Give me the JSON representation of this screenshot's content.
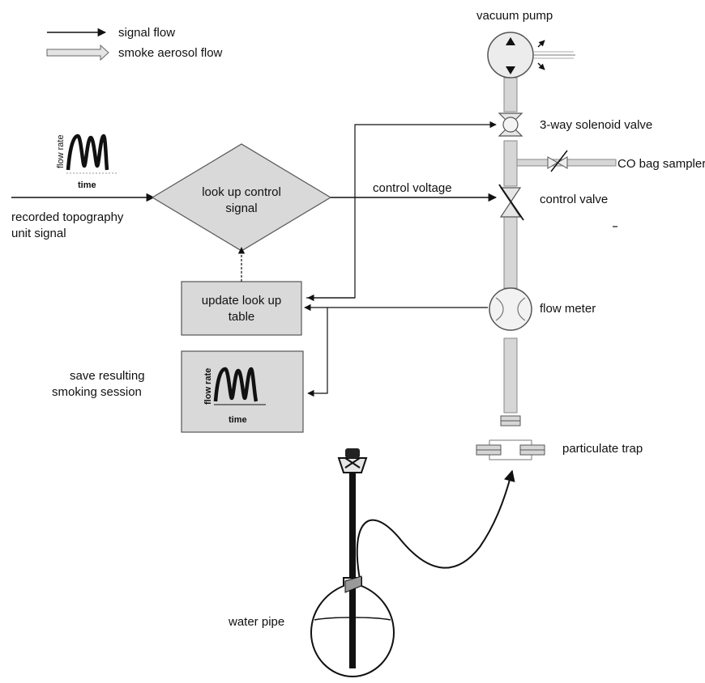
{
  "legend": {
    "signal_flow": "signal flow",
    "smoke_aerosol_flow": "smoke aerosol flow"
  },
  "input_plot": {
    "ylabel": "flow rate",
    "xlabel": "time"
  },
  "input_label": {
    "line1": "recorded topography",
    "line2": "unit signal"
  },
  "decision": {
    "line1": "look up control",
    "line2": "signal"
  },
  "control_voltage": "control voltage",
  "update_box": {
    "line1": "update look up",
    "line2": "table"
  },
  "save_label": {
    "line1": "save resulting",
    "line2": "smoking session"
  },
  "output_plot": {
    "ylabel": "flow rate",
    "xlabel": "time"
  },
  "components": {
    "vacuum_pump": "vacuum pump",
    "solenoid_valve": "3-way solenoid valve",
    "co_bag_sampler": "CO bag sampler",
    "control_valve": "control valve",
    "flow_meter": "flow meter",
    "particulate_trap": "particulate trap",
    "water_pipe": "water pipe"
  },
  "colors": {
    "box_fill": "#d9d9d9",
    "line": "#111111",
    "pipe": "#c8c8c8"
  }
}
